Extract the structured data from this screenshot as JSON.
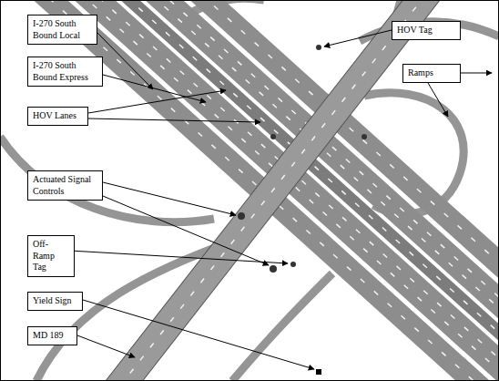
{
  "diagram": {
    "nodes": [
      {
        "text": [
          "I-270 South Bound Local"
        ]
      },
      {
        "text": [
          "HOV Tag"
        ]
      },
      {
        "text": [
          "I-270 South Bound Express"
        ]
      },
      {
        "text": [
          "Ramps"
        ]
      },
      {
        "text": [
          "HOV Lanes"
        ]
      },
      {
        "text": [
          "Actuated Signal Controls"
        ]
      },
      {
        "text": [
          "Off-Ramp Tag"
        ]
      },
      {
        "text": [
          "Yield Sign"
        ]
      },
      {
        "text": [
          "MD 189"
        ]
      }
    ]
  }
}
